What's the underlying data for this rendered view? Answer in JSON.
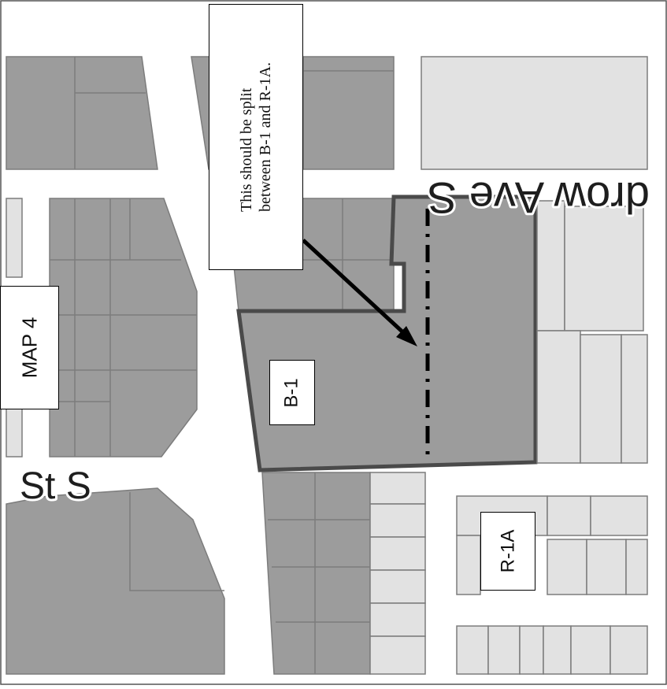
{
  "map": {
    "colors": {
      "background": "#ffffff",
      "block_dark": "#9c9c9c",
      "block_light": "#e2e2e2",
      "parcel_line": "#7c7c7c",
      "zone_outline": "#4a4a4a",
      "arrow": "#000000"
    },
    "street_labels": {
      "top": "drow Ave S",
      "left": "St S"
    },
    "zone_labels": {
      "b1": "B-1",
      "r1a": "R-1A",
      "map_ref": "MAP 4"
    },
    "annotation": {
      "line1": "This should be split",
      "line2": "between B-1 and R-1A."
    }
  }
}
